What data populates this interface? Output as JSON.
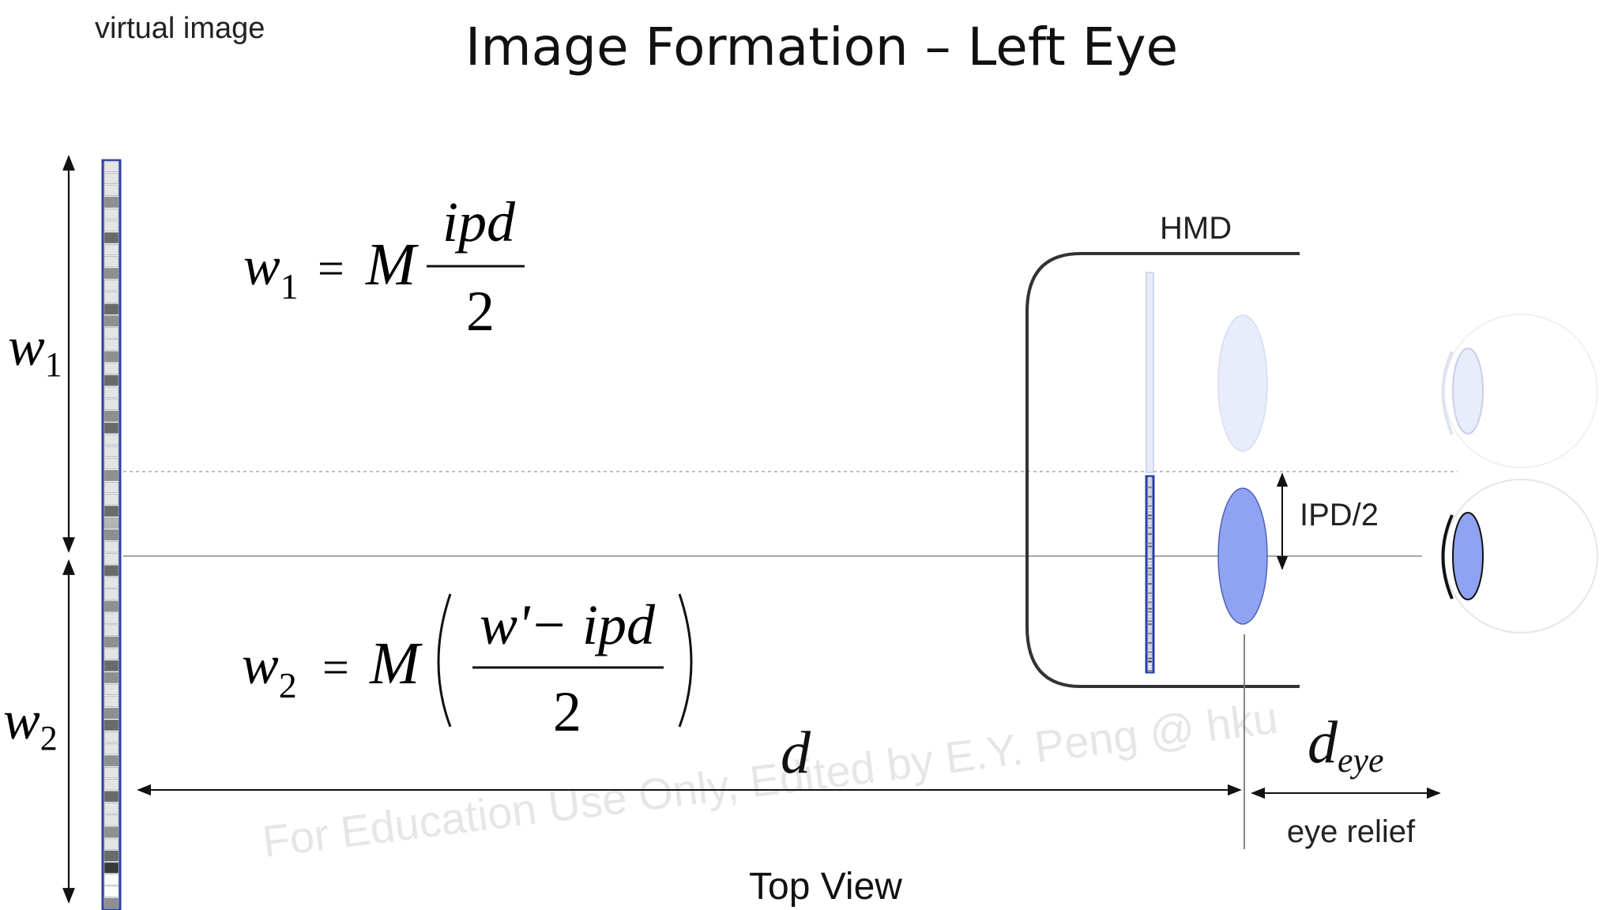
{
  "title": "Image Formation – Left Eye",
  "labels": {
    "virtual_image": "virtual image",
    "hmd": "HMD",
    "ipd_half": "IPD/2",
    "eye_relief": "eye relief",
    "top_view": "Top View",
    "w1_side": "w",
    "w1_side_sub": "1",
    "w2_side": "w",
    "w2_side_sub": "2",
    "d": "d",
    "d_eye": "d",
    "d_eye_sub": "eye"
  },
  "equations": {
    "eq1": {
      "lhs": "w",
      "lhs_sub": "1",
      "equals": "=",
      "factor": "M",
      "numerator": "ipd",
      "denominator": "2"
    },
    "eq2": {
      "lhs": "w",
      "lhs_sub": "2",
      "equals": "=",
      "factor": "M",
      "numerator": "w'− ipd",
      "denominator": "2"
    }
  },
  "watermark": "For Education Use Only, Edited by E.Y. Peng @ hku",
  "colors": {
    "lens": "#8fa3f2",
    "lens_faded": "#e8ecfb",
    "strip_border": "#2a3fa8",
    "line": "#444444",
    "watermark": "#e6e6e6"
  },
  "pixel_strip_pattern": [
    0,
    0,
    0,
    1,
    0,
    0,
    2,
    0,
    0,
    1,
    0,
    0,
    2,
    1,
    0,
    0,
    1,
    0,
    2,
    0,
    0,
    1,
    2,
    0,
    0,
    0,
    1,
    0,
    0,
    2,
    3,
    1,
    0,
    0,
    2,
    0,
    0,
    1,
    0,
    0,
    1,
    0,
    2,
    1,
    0,
    0,
    1,
    2,
    0,
    0,
    1,
    0,
    0,
    2,
    0,
    0,
    1,
    0,
    2,
    4,
    5,
    5,
    1
  ]
}
